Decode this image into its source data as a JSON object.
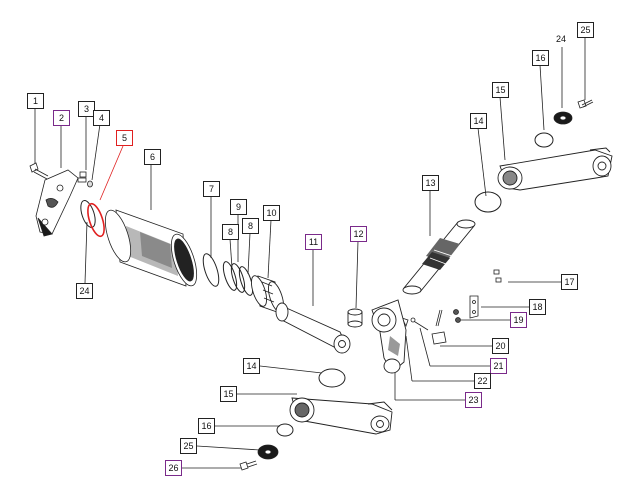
{
  "colors": {
    "line": "#222222",
    "purple": "#7a2a8a",
    "red": "#e02020",
    "part_fill": "#ffffff",
    "dark": "#1a1a1a",
    "mid": "#777777"
  },
  "labels": [
    {
      "id": "1",
      "text": "1",
      "style": "black"
    },
    {
      "id": "2",
      "text": "2",
      "style": "purple"
    },
    {
      "id": "3",
      "text": "3",
      "style": "black"
    },
    {
      "id": "4",
      "text": "4",
      "style": "black"
    },
    {
      "id": "5",
      "text": "5",
      "style": "red"
    },
    {
      "id": "6",
      "text": "6",
      "style": "black"
    },
    {
      "id": "7",
      "text": "7",
      "style": "black"
    },
    {
      "id": "8a",
      "text": "8",
      "style": "black"
    },
    {
      "id": "9",
      "text": "9",
      "style": "black"
    },
    {
      "id": "8b",
      "text": "8",
      "style": "black"
    },
    {
      "id": "10",
      "text": "10",
      "style": "black"
    },
    {
      "id": "11",
      "text": "11",
      "style": "purple"
    },
    {
      "id": "12",
      "text": "12",
      "style": "purple"
    },
    {
      "id": "13",
      "text": "13",
      "style": "black"
    },
    {
      "id": "14a",
      "text": "14",
      "style": "black"
    },
    {
      "id": "15a",
      "text": "15",
      "style": "black"
    },
    {
      "id": "16a",
      "text": "16",
      "style": "black"
    },
    {
      "id": "24a",
      "text": "24",
      "style": "plain"
    },
    {
      "id": "25a",
      "text": "25",
      "style": "black"
    },
    {
      "id": "17",
      "text": "17",
      "style": "black"
    },
    {
      "id": "18",
      "text": "18",
      "style": "black"
    },
    {
      "id": "19",
      "text": "19",
      "style": "purple"
    },
    {
      "id": "20",
      "text": "20",
      "style": "black"
    },
    {
      "id": "21",
      "text": "21",
      "style": "purple"
    },
    {
      "id": "22",
      "text": "22",
      "style": "black"
    },
    {
      "id": "23",
      "text": "23",
      "style": "purple"
    },
    {
      "id": "24b",
      "text": "24",
      "style": "black"
    },
    {
      "id": "14b",
      "text": "14",
      "style": "black"
    },
    {
      "id": "15b",
      "text": "15",
      "style": "black"
    },
    {
      "id": "16b",
      "text": "16",
      "style": "black"
    },
    {
      "id": "25b",
      "text": "25",
      "style": "black"
    },
    {
      "id": "26",
      "text": "26",
      "style": "purple"
    }
  ]
}
